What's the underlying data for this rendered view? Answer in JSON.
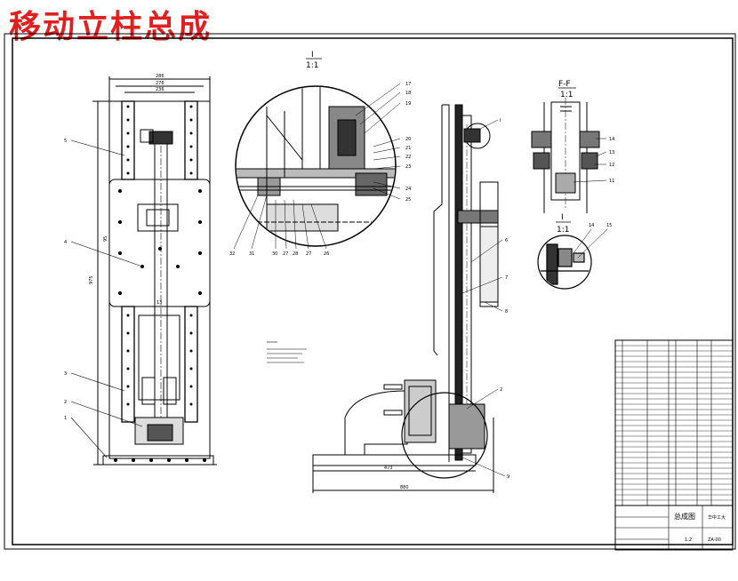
{
  "title": "移动立柱总成",
  "views": {
    "detail_i_top": {
      "label": "I",
      "scale": "1:1"
    },
    "section_ff": {
      "label": "F-F",
      "scale": "1:1"
    },
    "detail_i_small": {
      "label": "I",
      "scale": "1:1"
    }
  },
  "front_view": {
    "dims": [
      "286",
      "276",
      "236",
      "975",
      "95",
      "13"
    ],
    "callouts": [
      "5",
      "4",
      "3",
      "2",
      "1"
    ]
  },
  "detail_callouts_right": [
    "17",
    "18",
    "19",
    "20",
    "21",
    "22",
    "23",
    "24",
    "25"
  ],
  "detail_callouts_bottom": [
    "32",
    "31",
    "30",
    "27",
    "28",
    "27",
    "26"
  ],
  "side_view": {
    "callouts": [
      "I",
      "6",
      "7",
      "8",
      "2",
      "9"
    ],
    "dims": [
      "473",
      "880"
    ]
  },
  "section_ff_callouts": [
    "14",
    "13",
    "12",
    "11"
  ],
  "detail_small_callouts": [
    "14",
    "15"
  ],
  "title_block": {
    "name": "总成图",
    "company": "华中工大",
    "drawing_no": "ZA-00",
    "scale": "1:2"
  }
}
